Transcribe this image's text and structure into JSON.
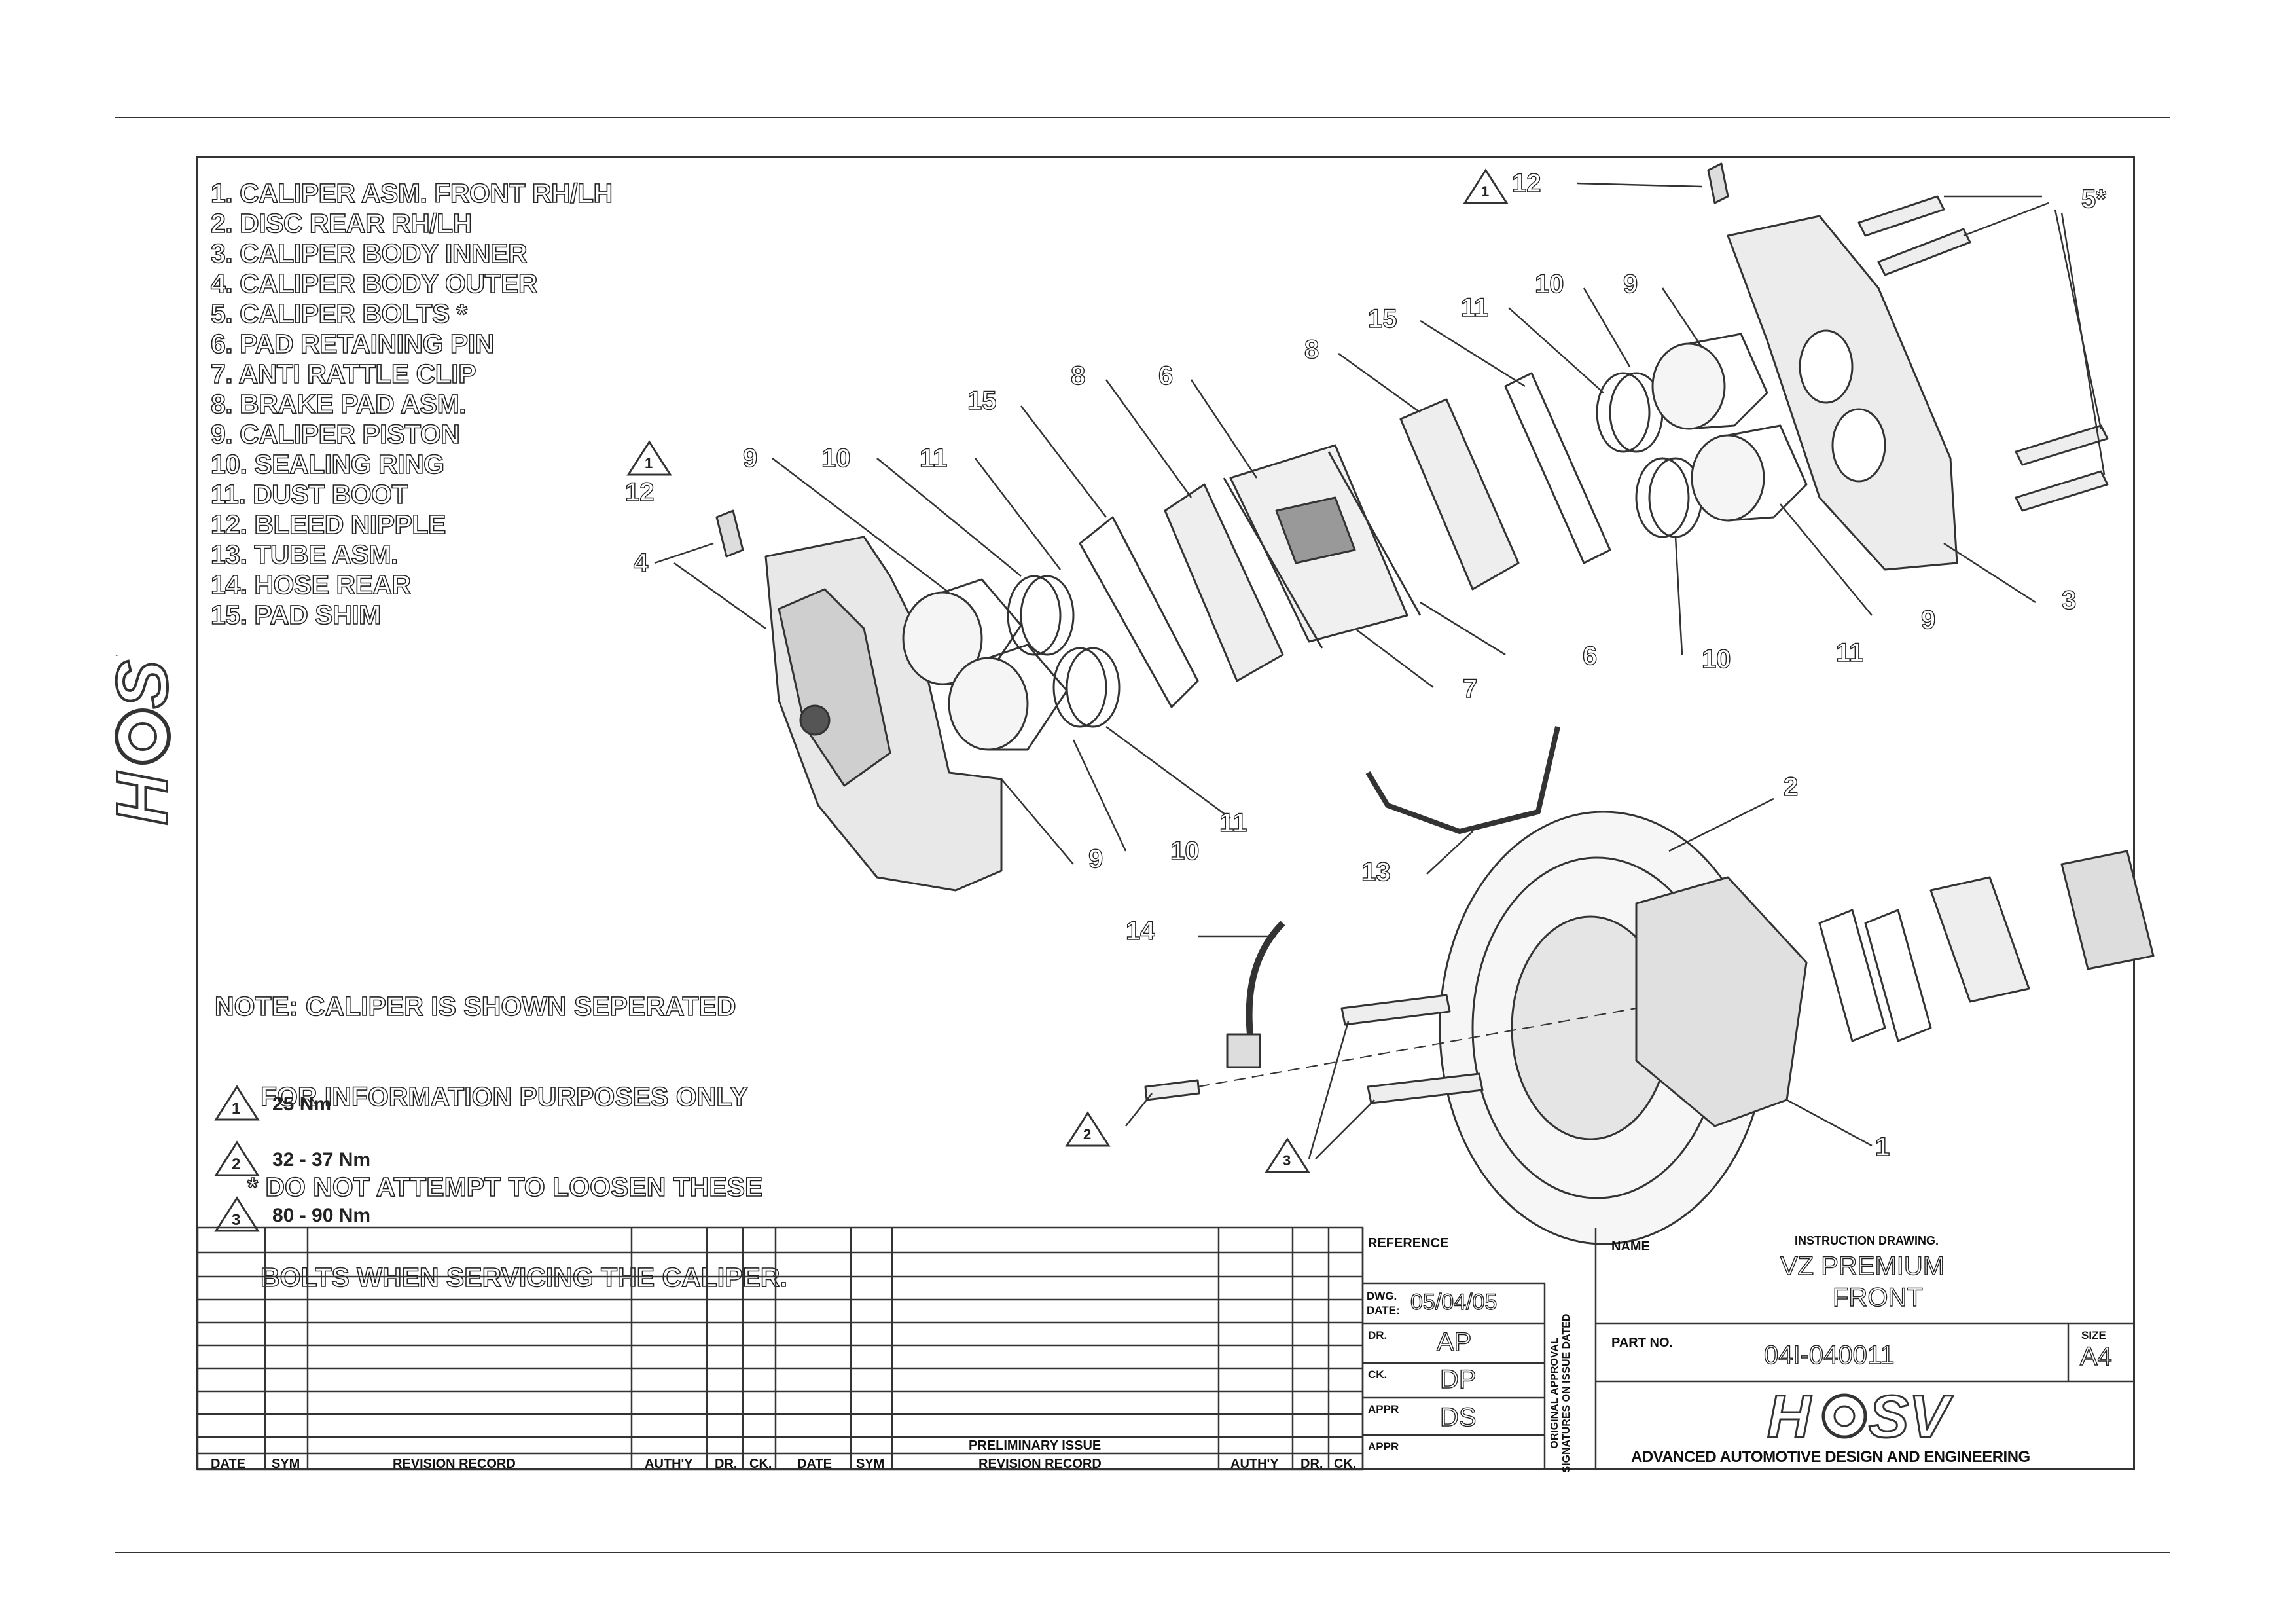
{
  "parts_list": [
    "1. CALIPER ASM. FRONT RH/LH",
    "2. DISC REAR RH/LH",
    "3. CALIPER BODY INNER",
    "4. CALIPER BODY OUTER",
    "5. CALIPER BOLTS *",
    "6. PAD RETAINING PIN",
    "7. ANTI RATTLE CLIP",
    "8. BRAKE PAD ASM.",
    "9. CALIPER PISTON",
    "10. SEALING RING",
    "11. DUST BOOT",
    "12. BLEED NIPPLE",
    "13. TUBE ASM.",
    "14. HOSE REAR",
    "15. PAD SHIM"
  ],
  "note": {
    "line1": "NOTE: CALIPER IS SHOWN SEPERATED",
    "line2": "FOR INFORMATION PURPOSES ONLY",
    "line3": "* DO NOT ATTEMPT TO LOOSEN THESE",
    "line4": "BOLTS WHEN SERVICING THE CALIPER."
  },
  "torque_specs": [
    {
      "marker": "1",
      "value": "25 Nm"
    },
    {
      "marker": "2",
      "value": "32 - 37 Nm"
    },
    {
      "marker": "3",
      "value": "80 - 90 Nm"
    }
  ],
  "callouts": {
    "c1": "1",
    "c2": "2",
    "c3": "3",
    "c4": "4",
    "c5": "5*",
    "c6a": "6",
    "c6b": "6",
    "c7": "7",
    "c8a": "8",
    "c8b": "8",
    "c9a": "9",
    "c9b": "9",
    "c9c": "9",
    "c9d": "9",
    "c10a": "10",
    "c10b": "10",
    "c10c": "10",
    "c10d": "10",
    "c11a": "11",
    "c11b": "11",
    "c11c": "11",
    "c11d": "11",
    "c12a": "12",
    "c12b": "12",
    "c13": "13",
    "c14": "14",
    "c15a": "15",
    "c15b": "15",
    "t1a": "1",
    "t1b": "1",
    "t2": "2",
    "t3": "3"
  },
  "revision_table": {
    "headers_left": [
      "DATE",
      "SYM",
      "REVISION RECORD",
      "AUTH'Y",
      "DR.",
      "CK."
    ],
    "headers_right": [
      "DATE",
      "SYM",
      "REVISION RECORD",
      "AUTH'Y",
      "DR.",
      "CK."
    ],
    "preliminary": "PRELIMINARY ISSUE"
  },
  "title_block": {
    "reference_label": "REFERENCE",
    "dwg_date_label_1": "DWG.",
    "dwg_date_label_2": "DATE:",
    "dwg_date": "05/04/05",
    "dr_label": "DR.",
    "dr": "AP",
    "ck_label": "CK.",
    "ck": "DP",
    "appr_label_1": "APPR",
    "appr_1": "DS",
    "appr_label_2": "APPR",
    "original_approval": "ORIGINAL APPROVAL SIGNATURES ON ISSUE DATED",
    "name_label": "NAME",
    "instruction": "INSTRUCTION DRAWING.",
    "name_line1": "VZ PREMIUM",
    "name_line2": "FRONT",
    "part_no_label": "PART NO.",
    "part_no": "04I-040011",
    "size_label": "SIZE",
    "size": "A4",
    "company": "ADVANCED AUTOMOTIVE DESIGN AND ENGINEERING"
  },
  "logo": {
    "text_left": "H",
    "text_right": "SV"
  },
  "colors": {
    "line": "#333333",
    "ink": "#1a1a1a",
    "paper": "#ffffff"
  }
}
